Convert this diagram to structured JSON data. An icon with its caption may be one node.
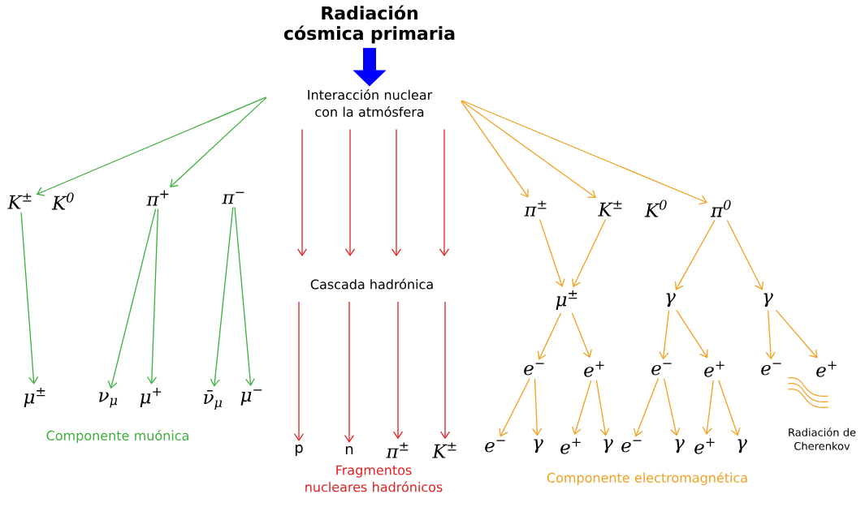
{
  "diagram": {
    "nodes": [
      {
        "text": [
          "Radiación cósmica primaria"
        ]
      },
      {
        "text": [
          "Interacción nuclear con la atmósfera"
        ]
      },
      {
        "text": [
          "K$^{±}$"
        ]
      },
      {
        "text": [
          "K$^{0}$"
        ]
      },
      {
        "text": [
          "π$^{+}$"
        ]
      },
      {
        "text": [
          "π$^{−}$"
        ]
      },
      {
        "text": [
          "μ$^{±}$"
        ]
      },
      {
        "text": [
          "ν$_{μ}$"
        ]
      },
      {
        "text": [
          "μ$^{+}$"
        ]
      },
      {
        "text": [
          "ν̄$_{μ}$"
        ]
      },
      {
        "text": [
          "μ$^{−}$"
        ]
      },
      {
        "text": [
          "Cascada hadrónica"
        ]
      },
      {
        "text": [
          "p"
        ]
      },
      {
        "text": [
          "n"
        ]
      },
      {
        "text": [
          "π$^{±}$"
        ]
      },
      {
        "text": [
          "K$^{±}$"
        ]
      },
      {
        "text": [
          "π$^{±}$"
        ]
      },
      {
        "text": [
          "K$^{±}$"
        ]
      },
      {
        "text": [
          "K$^{0}$"
        ]
      },
      {
        "text": [
          "π$^{0}$"
        ]
      },
      {
        "text": [
          "μ$^{±}$"
        ]
      },
      {
        "text": [
          "γ"
        ]
      },
      {
        "text": [
          "γ"
        ]
      },
      {
        "text": [
          "e$^{−}$"
        ]
      },
      {
        "text": [
          "e$^{+}$"
        ]
      },
      {
        "text": [
          "e$^{−}$"
        ]
      },
      {
        "text": [
          "e$^{+}$"
        ]
      },
      {
        "text": [
          "e$^{−}$"
        ]
      },
      {
        "text": [
          "e$^{+}$"
        ]
      },
      {
        "text": [
          "e$^{−}$"
        ]
      },
      {
        "text": [
          "γ"
        ]
      },
      {
        "text": [
          "e$^{+}$"
        ]
      },
      {
        "text": [
          "γ"
        ]
      },
      {
        "text": [
          "e$^{−}$"
        ]
      },
      {
        "text": [
          "γ"
        ]
      },
      {
        "text": [
          "e$^{+}$"
        ]
      },
      {
        "text": [
          "γ"
        ]
      }
    ],
    "edges": [
      {
        "from": 0,
        "to": 1,
        "arrow": "to",
        "style": "thick",
        "color": "#0000ff"
      },
      {
        "from": 1,
        "to": 2,
        "arrow": "to",
        "color": "#3cae3c"
      },
      {
        "from": 1,
        "to": 4,
        "arrow": "to",
        "color": "#3cae3c"
      },
      {
        "from": 2,
        "to": 6,
        "arrow": "to",
        "color": "#3cae3c"
      },
      {
        "from": 4,
        "to": 7,
        "arrow": "to",
        "color": "#3cae3c"
      },
      {
        "from": 4,
        "to": 8,
        "arrow": "to",
        "color": "#3cae3c"
      },
      {
        "from": 5,
        "to": 9,
        "arrow": "to",
        "color": "#3cae3c"
      },
      {
        "from": 5,
        "to": 10,
        "arrow": "to",
        "color": "#3cae3c"
      },
      {
        "from": 1,
        "to": 11,
        "arrow": "to",
        "color": "#e02020"
      },
      {
        "from": 1,
        "to": 11,
        "arrow": "to",
        "color": "#e02020"
      },
      {
        "from": 1,
        "to": 11,
        "arrow": "to",
        "color": "#e02020"
      },
      {
        "from": 1,
        "to": 11,
        "arrow": "to",
        "color": "#e02020"
      },
      {
        "from": 11,
        "to": 12,
        "arrow": "to",
        "color": "#e02020"
      },
      {
        "from": 11,
        "to": 13,
        "arrow": "to",
        "color": "#e02020"
      },
      {
        "from": 11,
        "to": 14,
        "arrow": "to",
        "color": "#e02020"
      },
      {
        "from": 11,
        "to": 15,
        "arrow": "to",
        "color": "#e02020"
      },
      {
        "from": 1,
        "to": 16,
        "arrow": "to"
      },
      {
        "from": 1,
        "to": 17,
        "arrow": "to"
      },
      {
        "from": 1,
        "to": 19,
        "arrow": "to"
      },
      {
        "from": 16,
        "to": 20,
        "arrow": "to"
      },
      {
        "from": 17,
        "to": 20,
        "arrow": "to"
      },
      {
        "from": 19,
        "to": 21,
        "arrow": "to"
      },
      {
        "from": 19,
        "to": 22,
        "arrow": "to"
      },
      {
        "from": 20,
        "to": 23,
        "arrow": "to"
      },
      {
        "from": 20,
        "to": 24,
        "arrow": "to"
      },
      {
        "from": 21,
        "to": 25,
        "arrow": "to"
      },
      {
        "from": 21,
        "to": 26,
        "arrow": "to"
      },
      {
        "from": 22,
        "to": 27,
        "arrow": "to"
      },
      {
        "from": 22,
        "to": 28,
        "arrow": "to"
      },
      {
        "from": 23,
        "to": 29,
        "arrow": "to"
      },
      {
        "from": 23,
        "to": 30,
        "arrow": "to"
      },
      {
        "from": 24,
        "to": 31,
        "arrow": "to"
      },
      {
        "from": 24,
        "to": 32,
        "arrow": "to"
      },
      {
        "from": 25,
        "to": 33,
        "arrow": "to"
      },
      {
        "from": 25,
        "to": 34,
        "arrow": "to"
      },
      {
        "from": 26,
        "to": 35,
        "arrow": "to"
      },
      {
        "from": 26,
        "to": 36,
        "arrow": "to"
      }
    ],
    "labels": [
      "Componente muónica",
      "Fragmentos nucleares hadrónicos",
      "Componente electromagnética",
      "Radiación de Cherenkov"
    ]
  }
}
